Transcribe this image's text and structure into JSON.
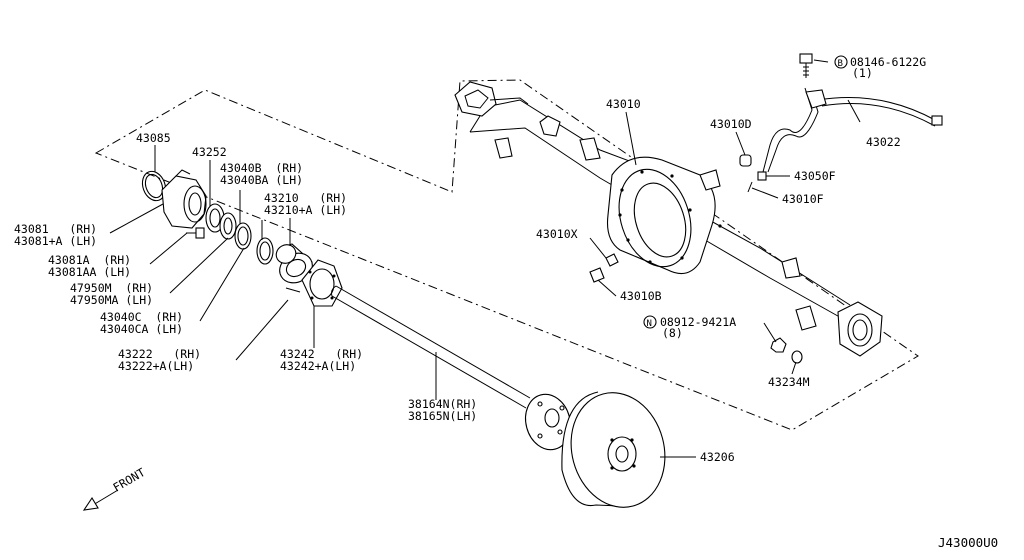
{
  "diagram": {
    "labels": {
      "p43085": "43085",
      "p43252": "43252",
      "p43040b": "43040B  (RH)",
      "p43040ba": "43040BA (LH)",
      "p43210": "43210   (RH)",
      "p43210a": "43210+A (LH)",
      "p43081": "43081   (RH)",
      "p43081a_plus": "43081+A (LH)",
      "p43081a": "43081A  (RH)",
      "p43081aa": "43081AA (LH)",
      "p47950m": "47950M  (RH)",
      "p47950ma": "47950MA (LH)",
      "p43040c": "43040C  (RH)",
      "p43040ca": "43040CA (LH)",
      "p43222": "43222   (RH)",
      "p43222a": "43222+A(LH)",
      "p43242": "43242   (RH)",
      "p43242a": "43242+A(LH)",
      "p38164n": "38164N(RH)",
      "p38165n": "38165N(LH)",
      "p43206": "43206",
      "p43010": "43010",
      "p43010d": "43010D",
      "p08146": "08146-6122G",
      "p08146qty": "(1)",
      "p43022": "43022",
      "p43050f": "43050F",
      "p43010f": "43010F",
      "p43010x": "43010X",
      "p43010b": "43010B",
      "p08912": "08912-9421A",
      "p08912qty": "(8)",
      "p43234m": "43234M",
      "front": "FRONT",
      "circle_b": "B",
      "circle_n": "N",
      "diagram_code": "J43000U0"
    }
  }
}
